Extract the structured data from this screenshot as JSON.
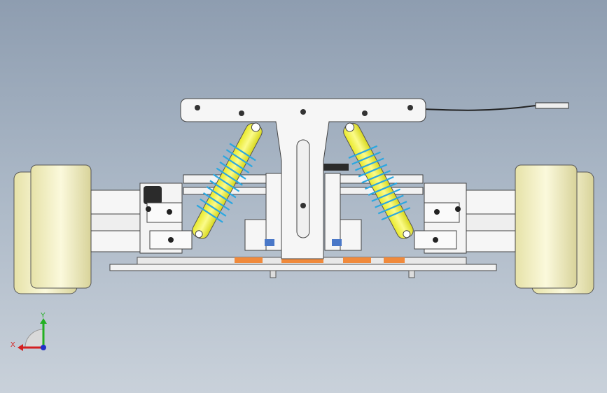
{
  "viewport": {
    "background_top": "#8e9db0",
    "background_bottom": "#c9d1da",
    "model": {
      "name": "rc-car-chassis-front-view",
      "parts": [
        "wheel",
        "wheel",
        "shock-absorber",
        "shock-absorber",
        "shock-tower",
        "chassis-plate",
        "suspension-arm",
        "suspension-arm",
        "sensor-cable"
      ],
      "colors": {
        "wheel": "#f4f1c8",
        "spring": "#2ba7e0",
        "shock_body": "#f5f542",
        "metal": "#f4f4f4",
        "outline": "#3a3a3a",
        "accent_orange": "#f08a3c",
        "dark": "#2b2b2b"
      }
    },
    "triad": {
      "x_label": "X",
      "y_label": "Y",
      "x_color": "#d42020",
      "y_color": "#22b022",
      "z_color": "#2030c8"
    }
  }
}
